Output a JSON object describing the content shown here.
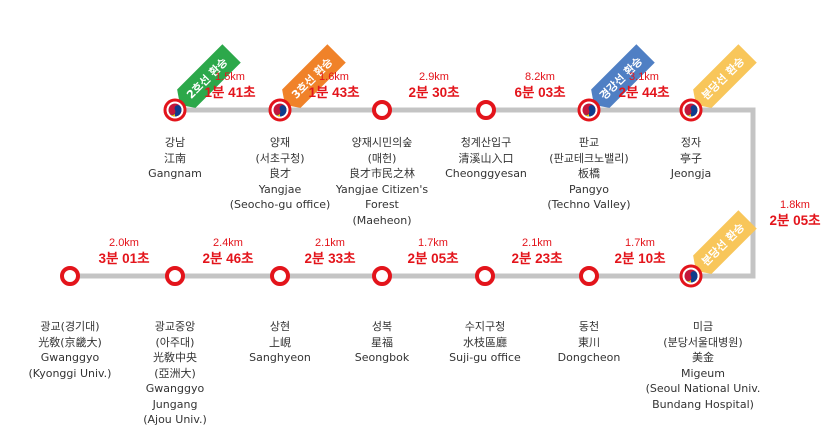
{
  "colors": {
    "track": "#c4c4c4",
    "station_ring": "#e3141b",
    "text": "#333333",
    "segment_text": "#e3141b",
    "line2": "#2ca84a",
    "line3": "#f08229",
    "gyeonggang": "#4f7fc4",
    "bundang": "#f8c65a"
  },
  "stations": [
    {
      "lines": [
        "강남",
        "江南",
        "Gangnam"
      ],
      "transfer": true
    },
    {
      "lines": [
        "양재",
        "(서초구청)",
        "良才",
        "Yangjae",
        "(Seocho-gu office)"
      ],
      "transfer": true
    },
    {
      "lines": [
        "양재시민의숲",
        "(매헌)",
        "良才市民之林",
        "Yangjae Citizen's",
        "Forest",
        "(Maeheon)"
      ],
      "transfer": false
    },
    {
      "lines": [
        "청계산입구",
        "清溪山入口",
        "Cheonggyesan"
      ],
      "transfer": false
    },
    {
      "lines": [
        "판교",
        "(판교테크노밸리)",
        "板橋",
        "Pangyo",
        "(Techno Valley)"
      ],
      "transfer": true
    },
    {
      "lines": [
        "정자",
        "亭子",
        "Jeongja"
      ],
      "transfer": true
    },
    {
      "lines": [
        "미금",
        "(분당서울대병원)",
        "美金",
        "Migeum",
        "(Seoul National Univ.",
        "Bundang Hospital)"
      ],
      "transfer": true
    },
    {
      "lines": [
        "동천",
        "東川",
        "Dongcheon"
      ],
      "transfer": false
    },
    {
      "lines": [
        "수지구청",
        "水枝區廳",
        "Suji-gu office"
      ],
      "transfer": false
    },
    {
      "lines": [
        "성복",
        "星福",
        "Seongbok"
      ],
      "transfer": false
    },
    {
      "lines": [
        "상현",
        "上峴",
        "Sanghyeon"
      ],
      "transfer": false
    },
    {
      "lines": [
        "광교중앙",
        "(아주대)",
        "光敎中央",
        "(亞洲大)",
        "Gwanggyo",
        "Jungang",
        "(Ajou Univ.)"
      ],
      "transfer": false
    },
    {
      "lines": [
        "광교(경기대)",
        "光敎(京畿大)",
        "Gwanggyo",
        "(Kyonggi Univ.)"
      ],
      "transfer": false
    }
  ],
  "segments": [
    {
      "distance": "1.5km",
      "time": "1분 41초"
    },
    {
      "distance": "1.6km",
      "time": "1분 43초"
    },
    {
      "distance": "2.9km",
      "time": "2분 30초"
    },
    {
      "distance": "8.2km",
      "time": "6분 03초"
    },
    {
      "distance": "3.1km",
      "time": "2분 44초"
    },
    {
      "distance": "1.8km",
      "time": "2분 05초"
    },
    {
      "distance": "1.7km",
      "time": "2분 10초"
    },
    {
      "distance": "2.1km",
      "time": "2분 23초"
    },
    {
      "distance": "1.7km",
      "time": "2분 05초"
    },
    {
      "distance": "2.1km",
      "time": "2분 33초"
    },
    {
      "distance": "2.4km",
      "time": "2분 46초"
    },
    {
      "distance": "2.0km",
      "time": "3분 01초"
    }
  ],
  "transfer_tags": [
    {
      "label": "2호선 환승",
      "color": "#2ca84a",
      "icon": "arrow-tag-icon"
    },
    {
      "label": "3호선 환승",
      "color": "#f08229",
      "icon": "arrow-tag-icon"
    },
    {
      "label": "경강선 환승",
      "color": "#4f7fc4",
      "icon": "arrow-tag-icon"
    },
    {
      "label": "분당선 환승",
      "color": "#f8c65a",
      "icon": "arrow-tag-icon"
    },
    {
      "label": "분당선 환승",
      "color": "#f8c65a",
      "icon": "arrow-tag-icon"
    }
  ]
}
